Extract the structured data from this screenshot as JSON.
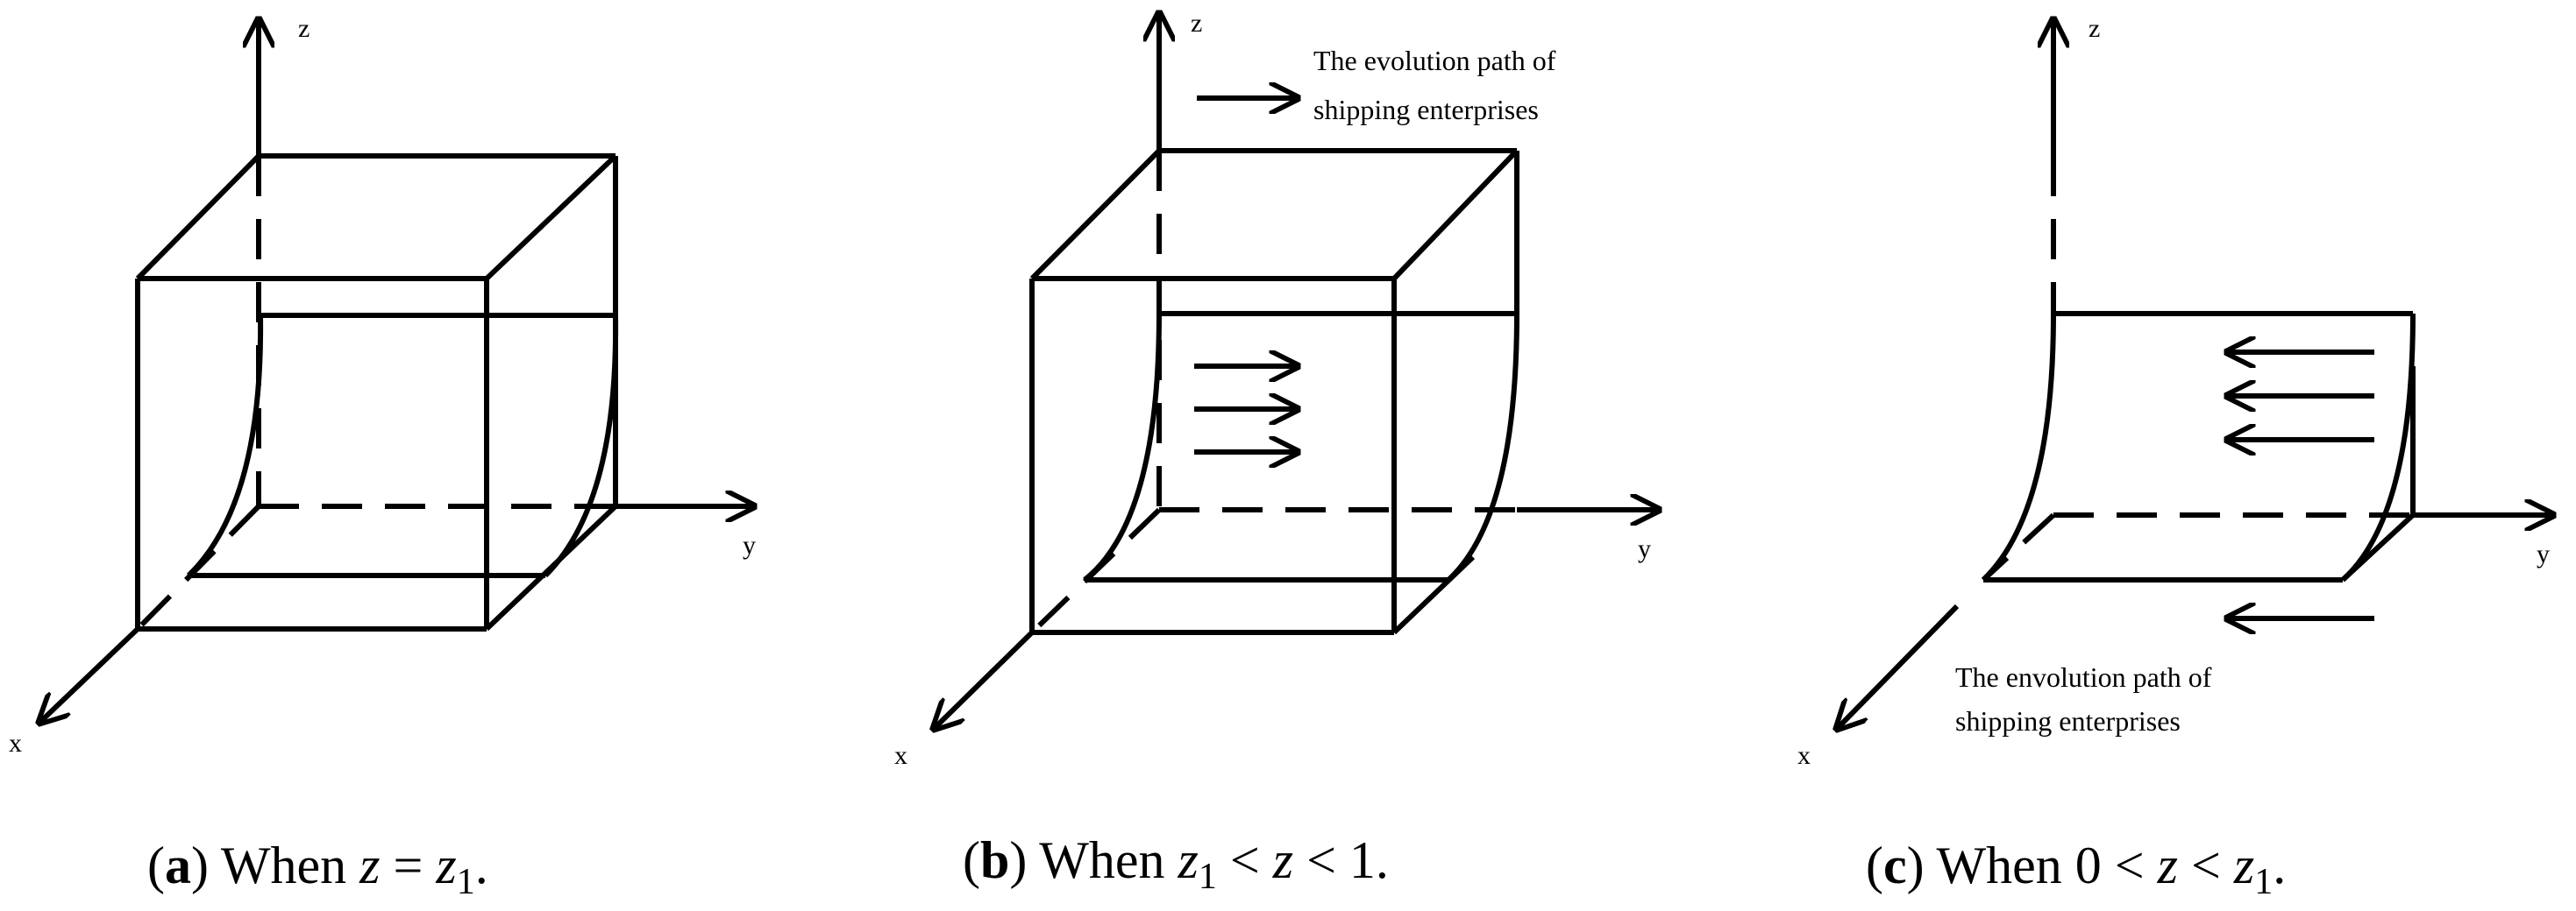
{
  "axes": {
    "x": "x",
    "y": "y",
    "z": "z"
  },
  "panel_a": {
    "caption_letter": "a",
    "caption_when": " When ",
    "caption_z": "z",
    "caption_eq": " = ",
    "caption_z1": "z",
    "caption_sub": "1",
    "caption_end": "."
  },
  "panel_b": {
    "note_line1": "The evolution path of",
    "note_line2": "shipping enterprises",
    "caption_letter": "b",
    "caption_when": " When ",
    "caption_z1": "z",
    "caption_sub": "1",
    "caption_lt1": " < ",
    "caption_z": "z",
    "caption_rest": " < 1."
  },
  "panel_c": {
    "note_line1": "The envolution path of",
    "note_line2": "shipping enterprises",
    "caption_letter": "c",
    "caption_when": " When ",
    "caption_zero": "0 < ",
    "caption_z": "z",
    "caption_lt": " < ",
    "caption_z1": "z",
    "caption_sub": "1",
    "caption_end": "."
  },
  "colors": {
    "stroke": "#000000",
    "background": "#ffffff"
  }
}
